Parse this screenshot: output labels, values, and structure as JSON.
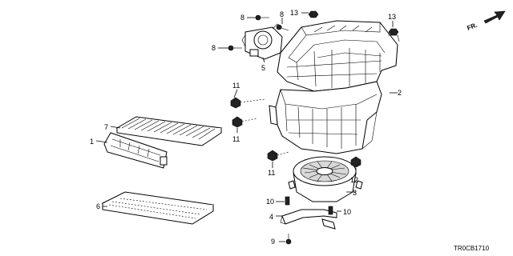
{
  "diagram": {
    "code": "TR0CB1710",
    "direction_label": "FR.",
    "callouts": [
      "1",
      "2",
      "3",
      "4",
      "5",
      "6",
      "7",
      "8",
      "8",
      "8",
      "9",
      "10",
      "10",
      "11",
      "11",
      "11",
      "12",
      "13",
      "13"
    ]
  }
}
